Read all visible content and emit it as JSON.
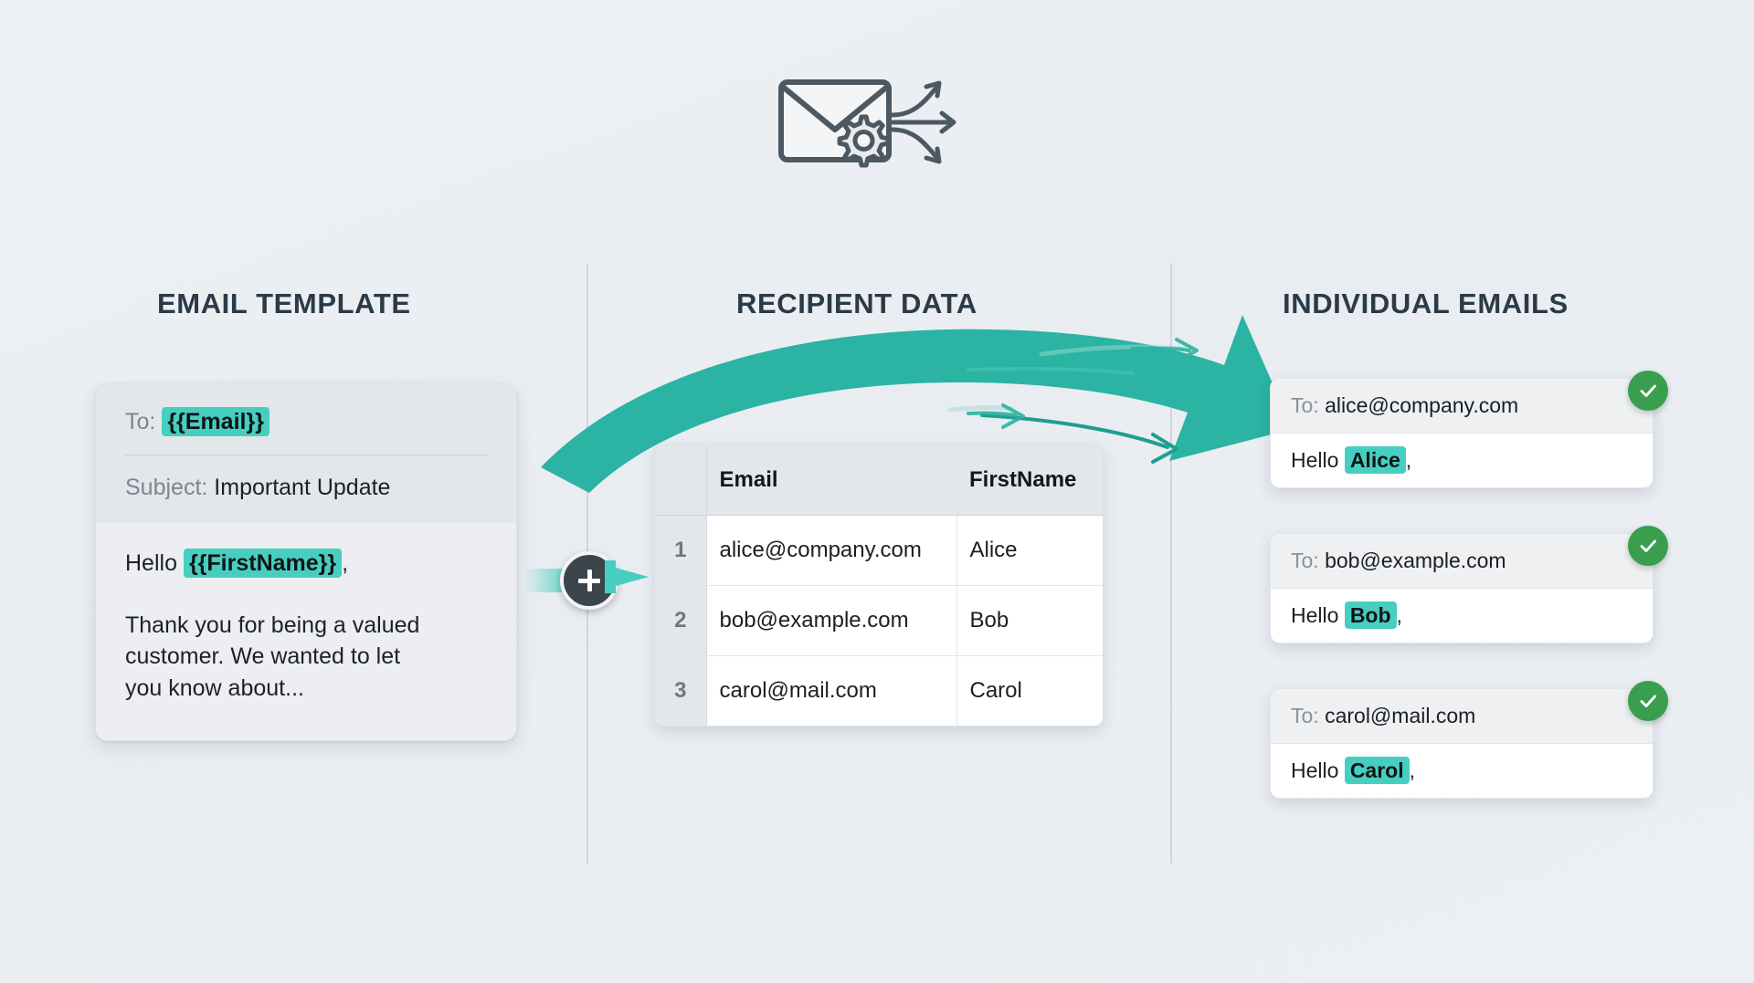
{
  "header": {
    "icon": "envelope-gear-arrows-icon"
  },
  "columns": {
    "template_title": "EMAIL TEMPLATE",
    "data_title": "RECIPIENT DATA",
    "output_title": "INDIVIDUAL EMAILS"
  },
  "template": {
    "to_label": "To:",
    "to_token": "{{Email}}",
    "subject_label": "Subject:",
    "subject_value": "Important Update",
    "greeting_prefix": "Hello",
    "greeting_token": "{{FirstName}}",
    "greeting_suffix": ",",
    "body": "Thank you for being a valued customer. We wanted to let you know about..."
  },
  "merge": {
    "icon": "plus-merge-icon",
    "arrow_icon": "arrow-right-icon"
  },
  "recipients": {
    "headers": [
      "",
      "Email",
      "FirstName"
    ],
    "rows": [
      {
        "num": "1",
        "email": "alice@company.com",
        "firstname": "Alice"
      },
      {
        "num": "2",
        "email": "bob@example.com",
        "firstname": "Bob"
      },
      {
        "num": "3",
        "email": "carol@mail.com",
        "firstname": "Carol"
      }
    ]
  },
  "outputs": [
    {
      "to_label": "To:",
      "to_value": "alice@company.com",
      "greeting_prefix": "Hello",
      "name": "Alice",
      "greeting_suffix": ",",
      "status_icon": "check-circle-icon"
    },
    {
      "to_label": "To:",
      "to_value": "bob@example.com",
      "greeting_prefix": "Hello",
      "name": "Bob",
      "greeting_suffix": ",",
      "status_icon": "check-circle-icon"
    },
    {
      "to_label": "To:",
      "to_value": "carol@mail.com",
      "greeting_prefix": "Hello",
      "name": "Carol",
      "greeting_suffix": ",",
      "status_icon": "check-circle-icon"
    }
  ],
  "colors": {
    "accent_teal": "#2bb3a3",
    "highlight_teal": "#46cfc0",
    "success_green": "#3a9e4f",
    "heading_navy": "#2b3a47",
    "background": "#eef1f4"
  }
}
